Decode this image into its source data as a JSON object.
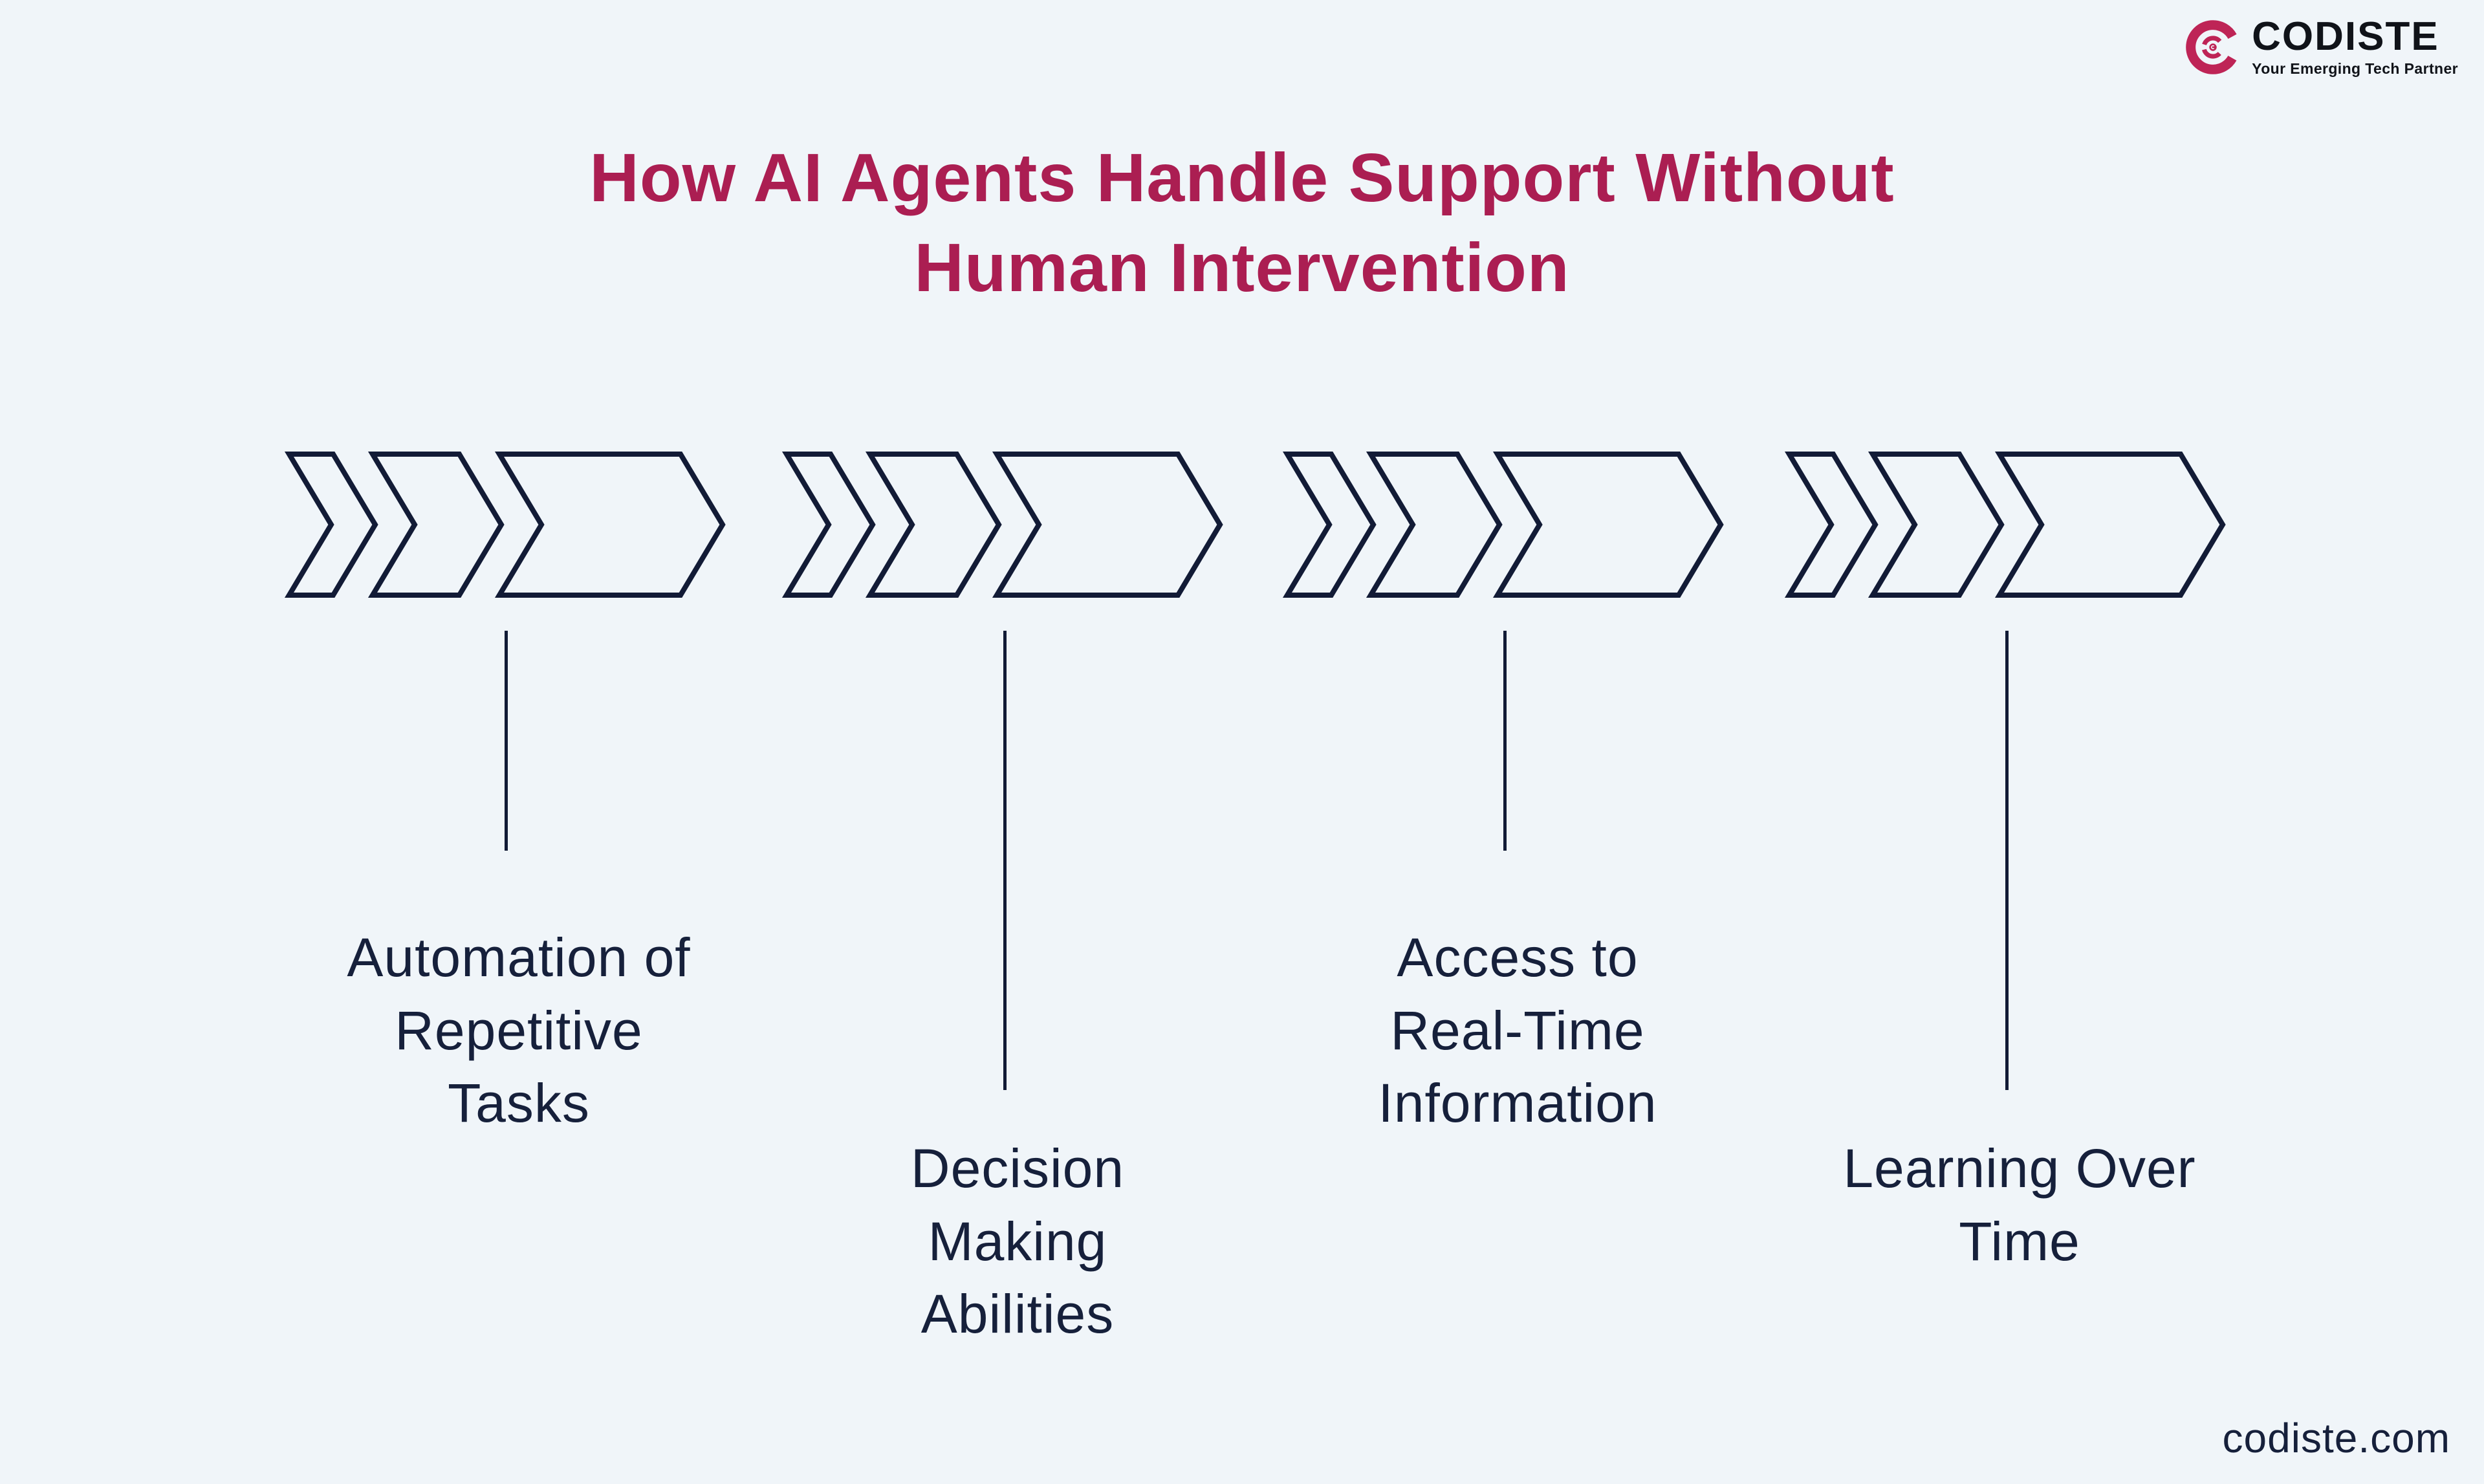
{
  "logo": {
    "brand": "CODISTE",
    "tagline": "Your Emerging Tech Partner",
    "mark_color": "#BE2456",
    "text_color": "#101319"
  },
  "title": {
    "text": "How AI Agents Handle Support Without\nHuman Intervention",
    "color": "#AB1E52"
  },
  "steps": [
    {
      "label": "Automation of\nRepetitive\nTasks",
      "connector": "short"
    },
    {
      "label": "Decision\nMaking\nAbilities",
      "connector": "long"
    },
    {
      "label": "Access to\nReal-Time\nInformation",
      "connector": "short"
    },
    {
      "label": "Learning Over\nTime",
      "connector": "long"
    }
  ],
  "footer": {
    "website": "codiste.com"
  },
  "colors": {
    "background": "#F0F5F9",
    "chevron_stroke": "#121B36",
    "label_text": "#16203B"
  }
}
